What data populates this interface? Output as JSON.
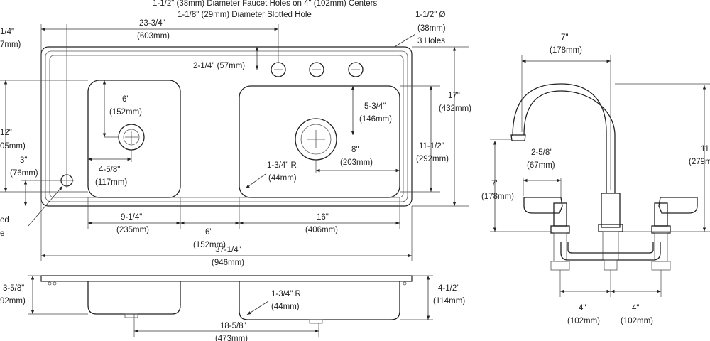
{
  "notes": {
    "faucet_holes_top": "1-1/2\" (38mm) Diameter Faucet Holes on 4\" (102mm) Centers",
    "slotted_hole": "1-1/8\" (29mm) Diameter Slotted Hole",
    "holes_dia": "1-1/2\" Ø",
    "holes_dia_mm": "(38mm)",
    "holes_count": "3 Holes",
    "left_partial_1": "1/4\"",
    "left_partial_1b": "7mm)",
    "left_partial_12": "12\"",
    "left_partial_12b": "05mm)",
    "left_partial_ed": "ed",
    "left_partial_e": "e"
  },
  "plan": {
    "d_23_34": "23-3/4\"",
    "d_23_34_mm": "(603mm)",
    "d_2_14": "2-1/4\" (57mm)",
    "d_6": "6\"",
    "d_6_mm": "(152mm)",
    "d_5_34": "5-3/4\"",
    "d_5_34_mm": "(146mm)",
    "d_17": "17\"",
    "d_17_mm": "(432mm)",
    "d_11_12": "11-1/2\"",
    "d_11_12_mm": "(292mm)",
    "d_8": "8\"",
    "d_8_mm": "(203mm)",
    "d_4_58": "4-5/8\"",
    "d_4_58_mm": "(117mm)",
    "d_3": "3\"",
    "d_3_mm": "(76mm)",
    "d_1_34r": "1-3/4\" R",
    "d_1_34r_mm": "(44mm)",
    "d_9_14": "9-1/4\"",
    "d_9_14_mm": "(235mm)",
    "d_6b": "6\"",
    "d_6b_mm": "(152mm)",
    "d_16": "16\"",
    "d_16_mm": "(406mm)",
    "d_37_14": "37-1/4\"",
    "d_37_14_mm": "(946mm)"
  },
  "side": {
    "d_3_58": "3-5/8\"",
    "d_3_58_mm": "92mm)",
    "d_1_34r": "1-3/4\" R",
    "d_1_34r_mm": "(44mm)",
    "d_4_12": "4-1/2\"",
    "d_4_12_mm": "(114mm)",
    "d_18_58": "18-5/8\"",
    "d_18_58_mm": "(473mm)"
  },
  "faucet": {
    "d_7top": "7\"",
    "d_7top_mm": "(178mm)",
    "d_2_58": "2-5/8\"",
    "d_2_58_mm": "(67mm)",
    "d_7": "7\"",
    "d_7_mm": "(178mm)",
    "d_11": "11",
    "d_11_mm": "(279m",
    "d_4a": "4\"",
    "d_4a_mm": "(102mm)",
    "d_4b": "4\"",
    "d_4b_mm": "(102mm)"
  }
}
